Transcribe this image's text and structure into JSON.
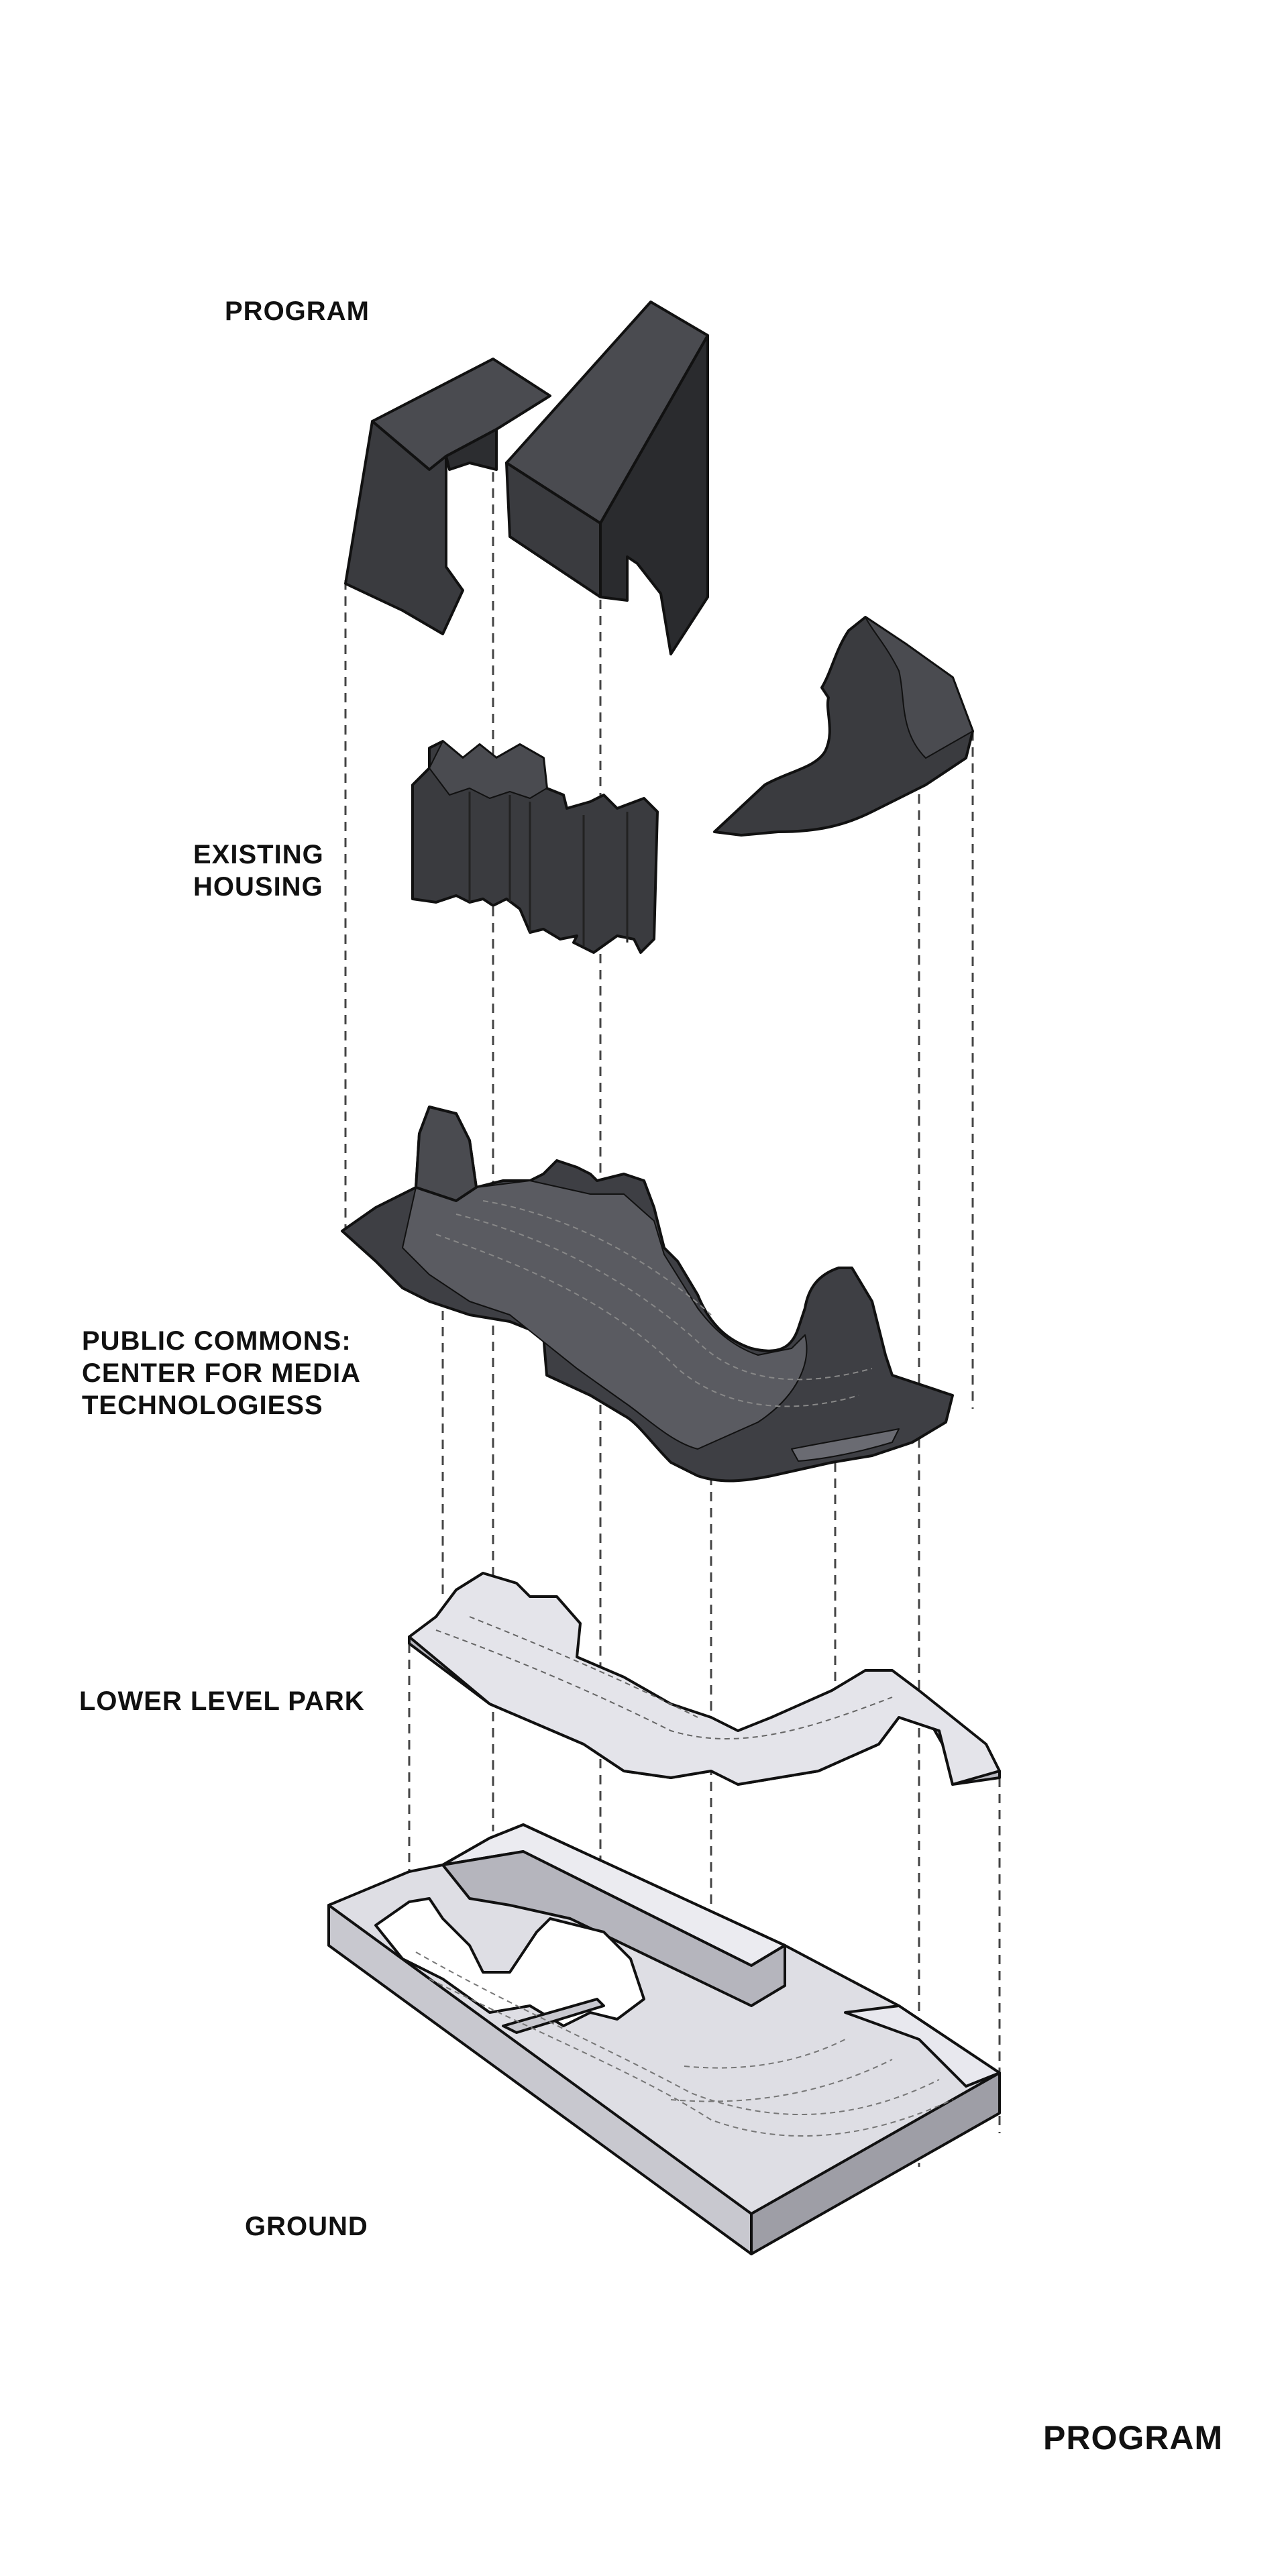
{
  "layers": {
    "program": {
      "label_lines": [
        "PROGRAM"
      ]
    },
    "existing_housing": {
      "label_lines": [
        "EXISTING",
        "HOUSING"
      ]
    },
    "public_commons": {
      "label_lines": [
        "PUBLIC COMMONS:",
        "CENTER FOR MEDIA",
        "TECHNOLOGIESS"
      ]
    },
    "lower_level_park": {
      "label_lines": [
        "LOWER LEVEL PARK"
      ]
    },
    "ground": {
      "label_lines": [
        "GROUND"
      ]
    }
  },
  "sheet_title": "PROGRAM",
  "colors": {
    "dark_mass": "#3a3b3f",
    "dark_mass_top": "#4a4b50",
    "dark_mass_side": "#2a2b2e",
    "light_mass_top": "#e4e4ea",
    "light_mass_side": "#c3c3ca",
    "light_mass_shadow": "#9e9ea6",
    "outline": "#111111",
    "dashed": "#444444"
  }
}
